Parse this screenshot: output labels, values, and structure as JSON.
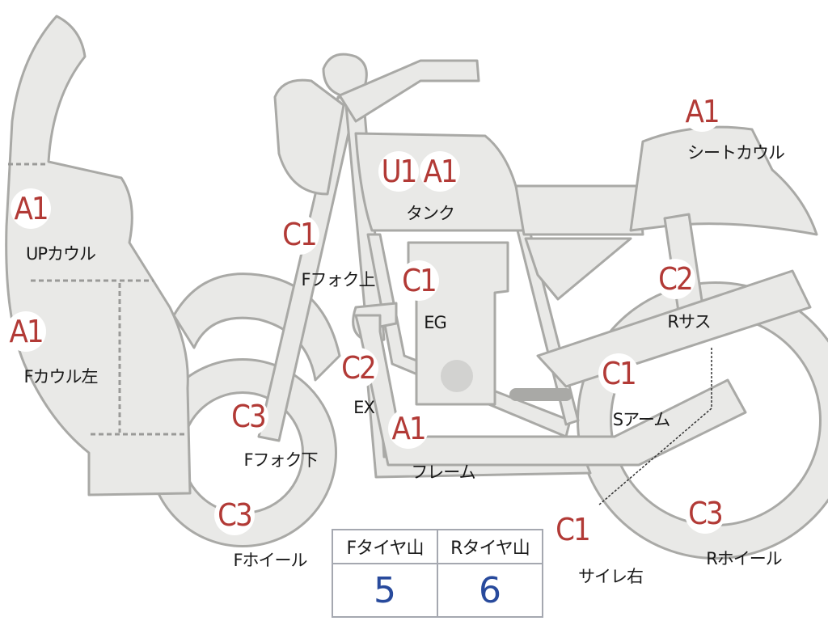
{
  "parts": {
    "upcowl": {
      "grade": "A1",
      "label": "UPカウル"
    },
    "fcowl_left": {
      "grade": "A1",
      "label": "Fカウル左"
    },
    "ffork_upper": {
      "grade": "C1",
      "label": "Fフォク上"
    },
    "ffork_lower": {
      "grade": "C3",
      "label": "Fフォク下"
    },
    "fwheel": {
      "grade": "C3",
      "label": "Fホイール"
    },
    "tank": {
      "grades": [
        "U1",
        "A1"
      ],
      "label": "タンク"
    },
    "engine": {
      "grade": "C1",
      "label": "EG"
    },
    "exhaust": {
      "grade": "C2",
      "label": "EX"
    },
    "frame": {
      "grade": "A1",
      "label": "フレーム"
    },
    "seat_cowl": {
      "grade": "A1",
      "label": "シートカウル"
    },
    "rsus": {
      "grade": "C2",
      "label": "Rサス"
    },
    "sarm": {
      "grade": "C1",
      "label": "Sアーム"
    },
    "silencer_right": {
      "grade": "C1",
      "label": "サイレ右"
    },
    "rwheel": {
      "grade": "C3",
      "label": "Rホイール"
    }
  },
  "tire_table": {
    "headers": [
      "Fタイヤ山",
      "Rタイヤ山"
    ],
    "values": [
      "5",
      "6"
    ]
  },
  "colors": {
    "grade": "#b23a36",
    "value": "#284a9c",
    "part_fill": "#e9e9e7",
    "part_stroke": "#a9a9a6"
  }
}
